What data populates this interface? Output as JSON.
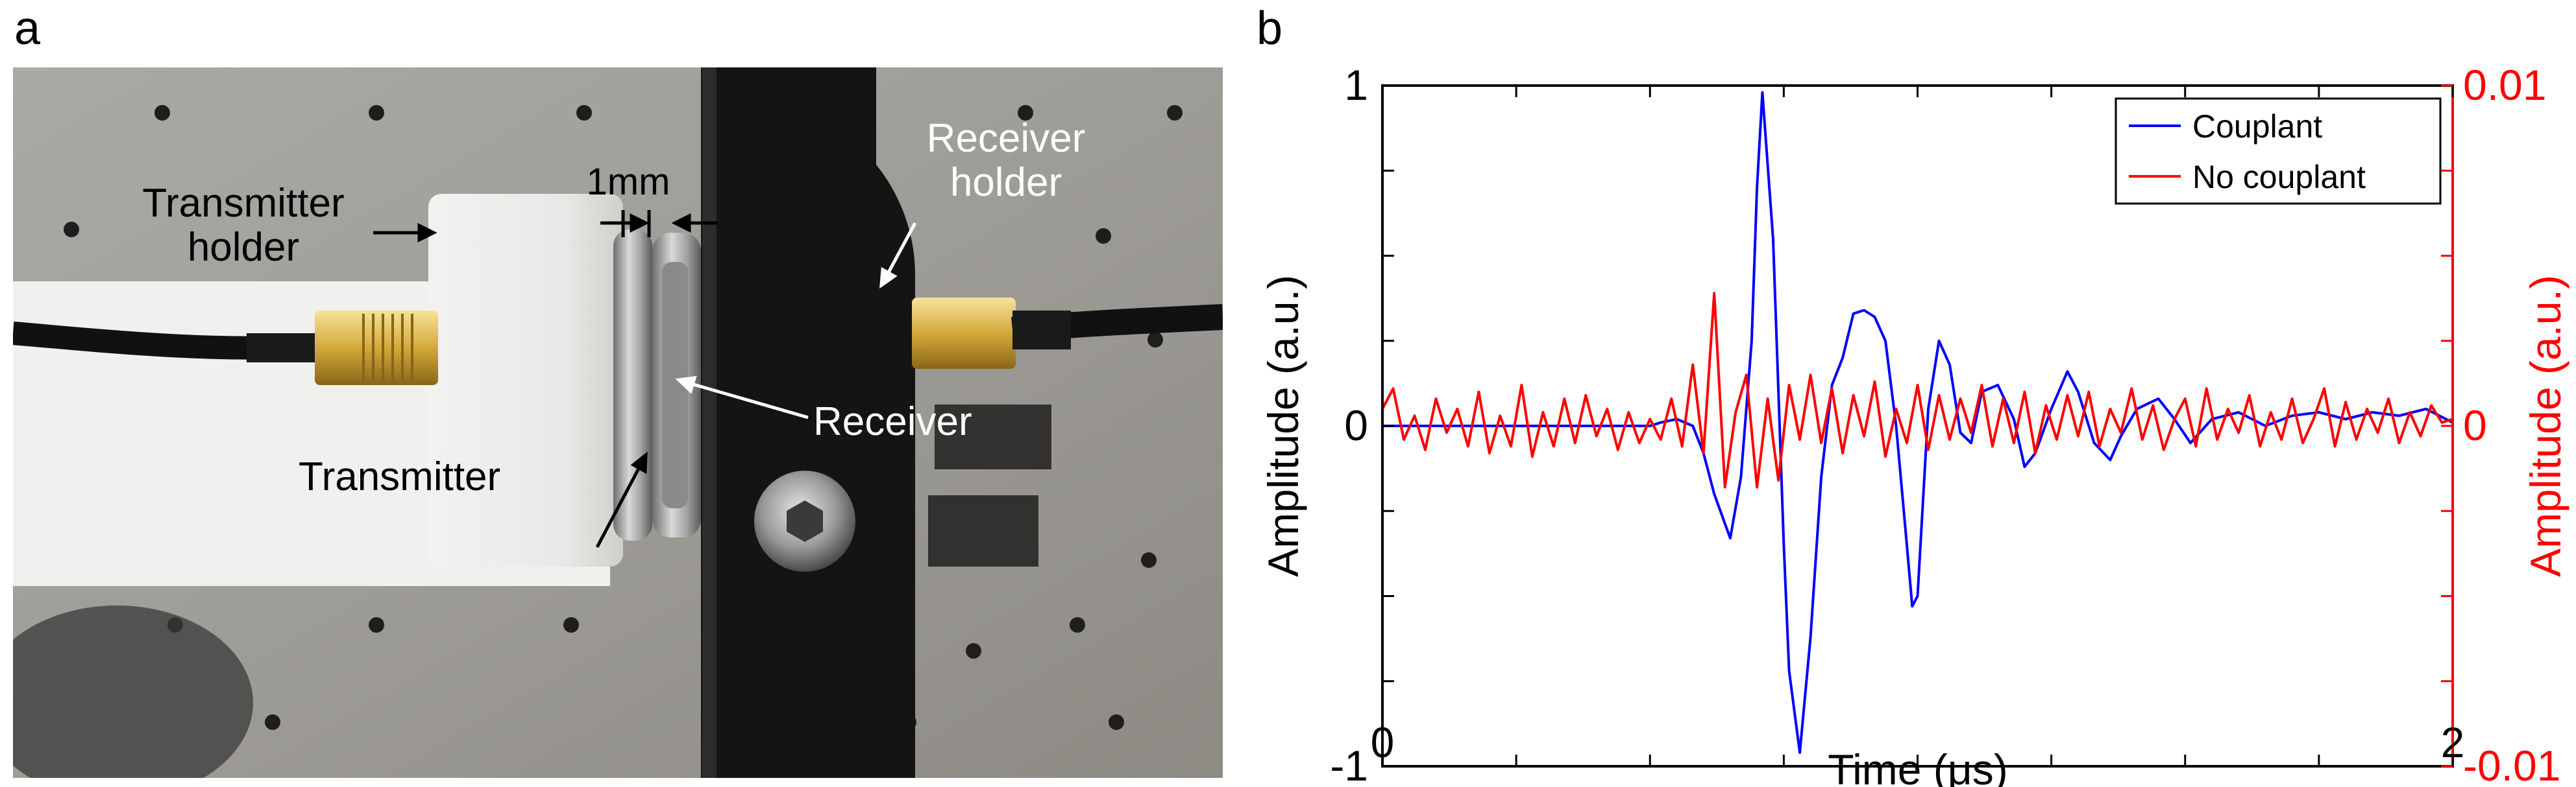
{
  "panels": {
    "a": "a",
    "b": "b"
  },
  "photo": {
    "labels": {
      "transmitter_holder_line1": "Transmitter",
      "transmitter_holder_line2": "holder",
      "gap": "1mm",
      "receiver_holder_line1": "Receiver",
      "receiver_holder_line2": "holder",
      "receiver": "Receiver",
      "transmitter": "Transmitter"
    }
  },
  "chart_data": {
    "type": "line",
    "x_label": "Time (μs)",
    "y_label_left": "Amplitude (a.u.)",
    "y_label_right": "Amplitude (a.u.)",
    "x_range": [
      0,
      2
    ],
    "y_left_range": [
      -1,
      1
    ],
    "y_right_range": [
      -0.01,
      0.01
    ],
    "x_ticks": [
      "0",
      "2"
    ],
    "y_left_ticks": [
      "1",
      "0",
      "-1"
    ],
    "y_right_ticks": [
      "0.01",
      "0",
      "-0.01"
    ],
    "legend_position": "top-right",
    "colors": {
      "couplant": "#0000ff",
      "no_couplant": "#ff0000",
      "right_axis": "#ff0000"
    },
    "series": [
      {
        "name": "Couplant",
        "axis": "left",
        "color": "#0000ff",
        "x": [
          0,
          0.2,
          0.4,
          0.5,
          0.52,
          0.55,
          0.58,
          0.6,
          0.62,
          0.65,
          0.67,
          0.69,
          0.7,
          0.71,
          0.73,
          0.75,
          0.76,
          0.78,
          0.8,
          0.82,
          0.84,
          0.86,
          0.88,
          0.9,
          0.92,
          0.94,
          0.96,
          0.98,
          0.99,
          1.0,
          1.02,
          1.04,
          1.06,
          1.08,
          1.1,
          1.12,
          1.15,
          1.18,
          1.2,
          1.22,
          1.25,
          1.28,
          1.3,
          1.33,
          1.36,
          1.38,
          1.41,
          1.45,
          1.48,
          1.51,
          1.55,
          1.6,
          1.65,
          1.7,
          1.75,
          1.8,
          1.85,
          1.9,
          1.95,
          2.0
        ],
        "y": [
          0.0,
          0.0,
          0.0,
          0.0,
          0.01,
          0.02,
          0.0,
          -0.08,
          -0.2,
          -0.33,
          -0.15,
          0.25,
          0.7,
          0.98,
          0.55,
          -0.35,
          -0.72,
          -0.96,
          -0.62,
          -0.15,
          0.12,
          0.2,
          0.33,
          0.34,
          0.32,
          0.25,
          0.0,
          -0.35,
          -0.53,
          -0.5,
          0.05,
          0.25,
          0.18,
          -0.02,
          -0.05,
          0.1,
          0.12,
          0.02,
          -0.12,
          -0.08,
          0.05,
          0.16,
          0.1,
          -0.05,
          -0.1,
          -0.03,
          0.05,
          0.08,
          0.02,
          -0.05,
          0.02,
          0.04,
          0.0,
          0.03,
          0.04,
          0.02,
          0.04,
          0.03,
          0.05,
          0.01
        ]
      },
      {
        "name": "No couplant",
        "axis": "right",
        "color": "#ff0000",
        "x": [
          0,
          0.02,
          0.04,
          0.06,
          0.08,
          0.1,
          0.12,
          0.14,
          0.16,
          0.18,
          0.2,
          0.22,
          0.24,
          0.26,
          0.28,
          0.3,
          0.32,
          0.34,
          0.36,
          0.38,
          0.4,
          0.42,
          0.44,
          0.46,
          0.48,
          0.5,
          0.52,
          0.54,
          0.56,
          0.58,
          0.6,
          0.62,
          0.64,
          0.66,
          0.68,
          0.7,
          0.72,
          0.74,
          0.76,
          0.78,
          0.8,
          0.82,
          0.84,
          0.86,
          0.88,
          0.9,
          0.92,
          0.94,
          0.96,
          0.98,
          1.0,
          1.02,
          1.04,
          1.06,
          1.08,
          1.1,
          1.12,
          1.14,
          1.16,
          1.18,
          1.2,
          1.22,
          1.24,
          1.26,
          1.28,
          1.3,
          1.32,
          1.34,
          1.36,
          1.38,
          1.4,
          1.42,
          1.44,
          1.46,
          1.48,
          1.5,
          1.52,
          1.54,
          1.56,
          1.58,
          1.6,
          1.62,
          1.64,
          1.66,
          1.68,
          1.7,
          1.72,
          1.74,
          1.76,
          1.78,
          1.8,
          1.82,
          1.84,
          1.86,
          1.88,
          1.9,
          1.92,
          1.94,
          1.96,
          1.98,
          2.0
        ],
        "y": [
          0.0005,
          0.0011,
          -0.0004,
          0.0003,
          -0.0007,
          0.0008,
          -0.0002,
          0.0005,
          -0.0006,
          0.001,
          -0.0008,
          0.0003,
          -0.0006,
          0.0012,
          -0.0009,
          0.0004,
          -0.0006,
          0.0008,
          -0.0005,
          0.0009,
          -0.0003,
          0.0005,
          -0.0007,
          0.0004,
          -0.0005,
          0.0002,
          -0.0004,
          0.0008,
          -0.0006,
          0.0018,
          -0.0008,
          0.0039,
          -0.0018,
          0.0004,
          0.0015,
          -0.0018,
          0.0008,
          -0.0016,
          0.0012,
          -0.0004,
          0.0015,
          -0.0005,
          0.0011,
          -0.0008,
          0.0009,
          -0.0003,
          0.0013,
          -0.0009,
          0.0005,
          -0.0005,
          0.0012,
          -0.0007,
          0.0009,
          -0.0004,
          0.0008,
          -0.0002,
          0.0012,
          -0.0006,
          0.0008,
          -0.0005,
          0.001,
          -0.0008,
          0.0006,
          -0.0004,
          0.0009,
          -0.0003,
          0.001,
          -0.0006,
          0.0005,
          -0.0002,
          0.0011,
          -0.0004,
          0.0006,
          -0.0007,
          0.0002,
          0.0008,
          -0.0006,
          0.0011,
          -0.0004,
          0.0005,
          -0.0002,
          0.0009,
          -0.0006,
          0.0004,
          -0.0004,
          0.0008,
          -0.0005,
          0.0002,
          0.0011,
          -0.0006,
          0.0007,
          -0.0004,
          0.0005,
          -0.0002,
          0.0008,
          -0.0005,
          0.0004,
          -0.0003,
          0.0006,
          0.0001,
          0.0002
        ]
      }
    ]
  }
}
